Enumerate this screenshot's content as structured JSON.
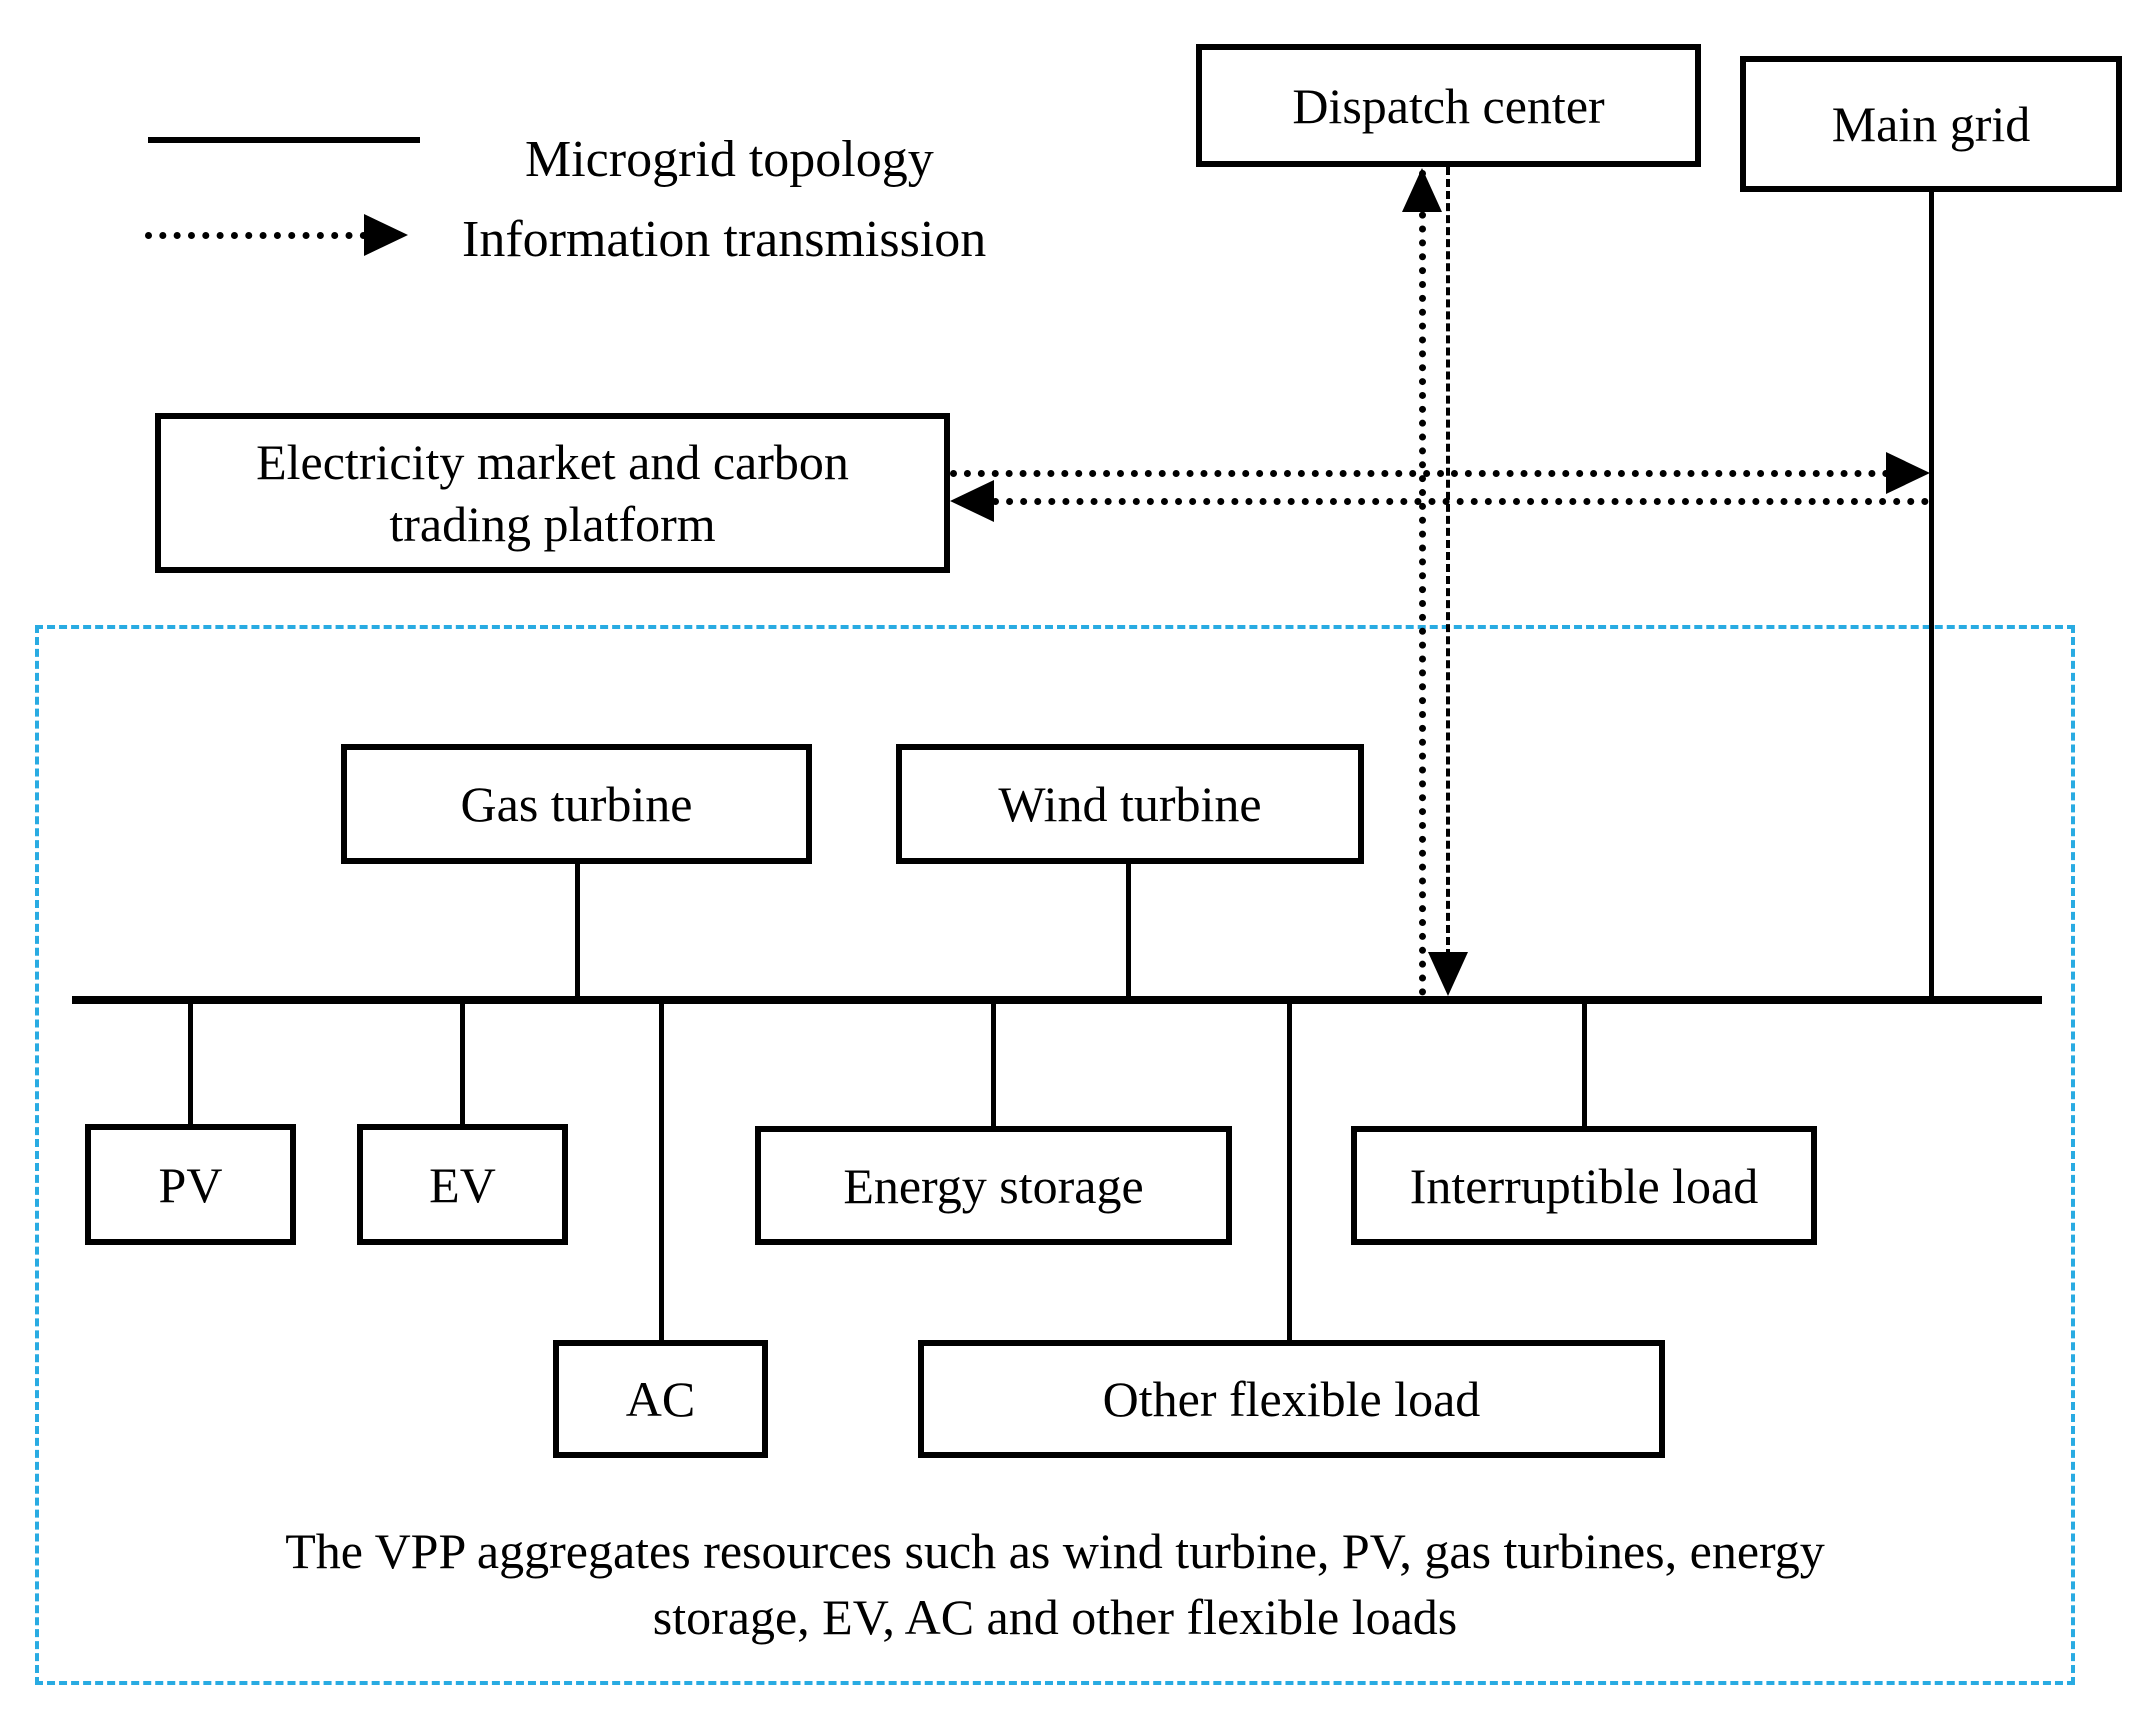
{
  "legend": {
    "microgrid_topology": "Microgrid topology",
    "information_transmission": "Information transmission"
  },
  "nodes": {
    "dispatch_center": "Dispatch center",
    "main_grid": "Main grid",
    "market_platform": {
      "line1": "Electricity market and carbon",
      "line2": "trading platform"
    },
    "gas_turbine": "Gas turbine",
    "wind_turbine": "Wind turbine",
    "pv": "PV",
    "ev": "EV",
    "energy_storage": "Energy storage",
    "interruptible_load": "Interruptible load",
    "ac": "AC",
    "other_flexible_load": "Other flexible load"
  },
  "vpp_caption": {
    "line1": "The VPP aggregates resources such as wind turbine, PV, gas turbines, energy",
    "line2": "storage, EV, AC and other flexible loads"
  },
  "colors": {
    "diagram_line": "#000000",
    "vpp_border": "#29ABE2",
    "background": "#FFFFFF"
  }
}
